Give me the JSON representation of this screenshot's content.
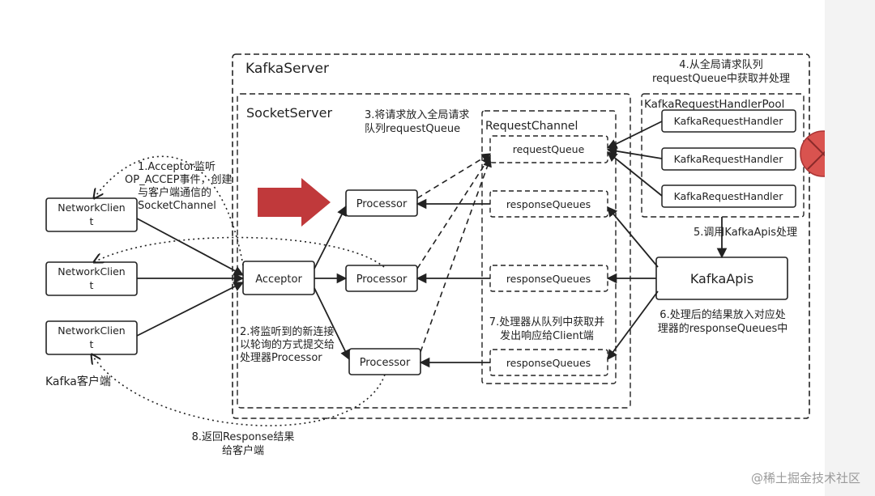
{
  "colors": {
    "line": "#222222",
    "arrow_red": "#c0393b",
    "close_red": "#d9534f",
    "watermark": "#9a9a9a",
    "page_bg": "#f3f3f3"
  },
  "labels": {
    "kafka_server": "KafkaServer",
    "socket_server": "SocketServer",
    "request_channel": "RequestChannel",
    "handler_pool": "KafkaRequestHandlerPool",
    "kafka_client": "Kafka客户端"
  },
  "nodes": {
    "clients": [
      "NetworkClient",
      "NetworkClient",
      "NetworkClient"
    ],
    "client_line1": "NetworkClien",
    "client_line2": "t",
    "acceptor": "Acceptor",
    "processor": "Processor",
    "request_queue": "requestQueue",
    "response_queues": "responseQueues",
    "handler": "KafkaRequestHandler",
    "kafka_apis": "KafkaApis"
  },
  "steps": {
    "s1": [
      "1.Acceptor监听",
      "OP_ACCEP事件，创建",
      "与客户端通信的",
      "SocketChannel"
    ],
    "s2": [
      "2.将监听到的新连接",
      "以轮询的方式提交给",
      "处理器Processor"
    ],
    "s3": [
      "3.将请求放入全局请求",
      "队列requestQueue"
    ],
    "s4": [
      "4.从全局请求队列",
      "requestQueue中获取并处理"
    ],
    "s5": [
      "5.调用KafkaApis处理"
    ],
    "s6": [
      "6.处理后的结果放入对应处",
      "理器的responseQueues中"
    ],
    "s7": [
      "7.处理器从队列中获取并",
      "发出响应给Client端"
    ],
    "s8": [
      "8.返回Response结果",
      "给客户端"
    ]
  },
  "icons": {
    "big_arrow": "right-arrow-icon",
    "close": "close-circle-icon"
  },
  "watermark": "@稀土掘金技术社区"
}
